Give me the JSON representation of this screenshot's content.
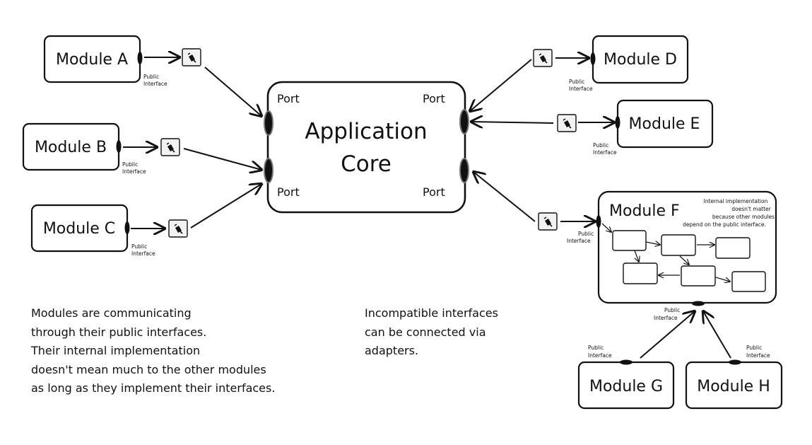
{
  "diagram": {
    "core": {
      "line1": "Application",
      "line2": "Core"
    },
    "port_label": "Port",
    "public_interface": [
      "Public",
      "Interface"
    ],
    "modules": {
      "a": "Module A",
      "b": "Module B",
      "c": "Module C",
      "d": "Module D",
      "e": "Module E",
      "f": "Module F",
      "g": "Module G",
      "h": "Module H"
    },
    "module_f_note": [
      "Internal implementation",
      "doesn't matter",
      "because other modules",
      "depend on the public interface."
    ],
    "notes": {
      "left": [
        "Modules are communicating",
        "through their public interfaces.",
        "Their internal implementation",
        "doesn't mean much to the other modules",
        "as long as they implement their interfaces."
      ],
      "middle": [
        "Incompatible interfaces",
        "can be connected via",
        "adapters."
      ]
    },
    "icons": [
      "plug-adapter-icon"
    ]
  }
}
